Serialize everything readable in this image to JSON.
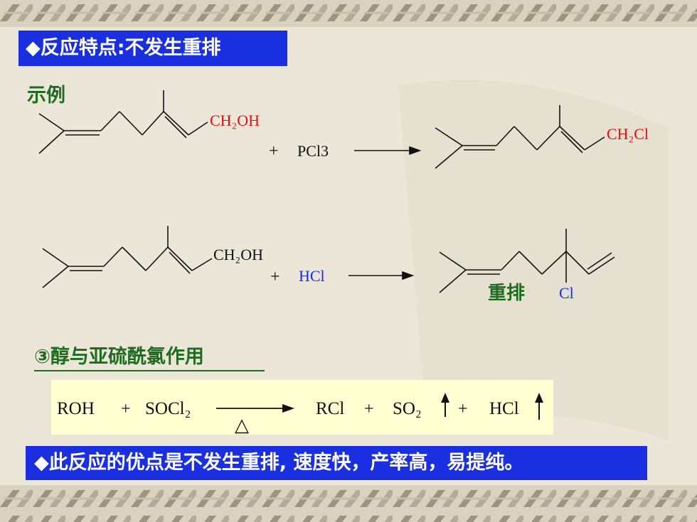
{
  "header": {
    "text": "◆反应特点:不发生重排"
  },
  "example_label": "示例",
  "reaction1": {
    "reactant_group": "CH₂OH",
    "reagent": "PCl3",
    "product_group": "CH₂Cl"
  },
  "reaction2": {
    "reactant_group": "CH₂OH",
    "reagent": "HCl",
    "rearrangement_label": "重排",
    "product_group": "Cl"
  },
  "section3": {
    "title": "③醇与亚硫酰氯作用"
  },
  "equation": {
    "reactant": "ROH",
    "plus1": "+",
    "reagent": "SOCl₂",
    "condition": "△",
    "product1": "RCl",
    "plus2": "+",
    "product2": "SO₂",
    "plus3": "+",
    "product3": "HCl"
  },
  "footer": {
    "text": "◆此反应的优点是不发生重排, 速度快，产率高，易提纯。"
  },
  "colors": {
    "header_bg": "#1a2fe0",
    "red": "#e01010",
    "blue": "#1a2fe0",
    "green": "#1f6b1f",
    "eq_bg": "#ffffd2"
  }
}
